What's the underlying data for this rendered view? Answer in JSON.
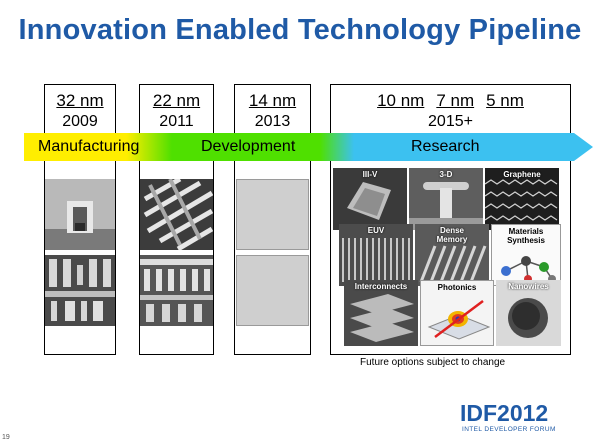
{
  "slide": {
    "title": "Innovation Enabled Technology Pipeline",
    "columns": [
      {
        "node": "32 nm",
        "year": "2009"
      },
      {
        "node": "22 nm",
        "year": "2011"
      },
      {
        "node": "14 nm",
        "year": "2013"
      }
    ],
    "research": {
      "nodes": [
        "10 nm",
        "7 nm",
        "5 nm"
      ],
      "year": "2015+"
    },
    "phases": {
      "manufacturing": "Manufacturing",
      "development": "Development",
      "research": "Research"
    },
    "tiles": {
      "iii_v": "III-V",
      "three_d": "3-D",
      "graphene": "Graphene",
      "euv": "EUV",
      "dense_memory": "Dense Memory",
      "materials_synthesis": "Materials Synthesis",
      "interconnects": "Interconnects",
      "photonics": "Photonics",
      "nanowires": "Nanowires"
    },
    "footnote": "Future options subject to change",
    "logo": "IDF2012",
    "logo_sub": "INTEL DEVELOPER FORUM",
    "page_number": "19"
  },
  "colors": {
    "title": "#1f5aa6",
    "manufacturing": "#ffee00",
    "development": "#4fe000",
    "research": "#3cc1f0"
  }
}
